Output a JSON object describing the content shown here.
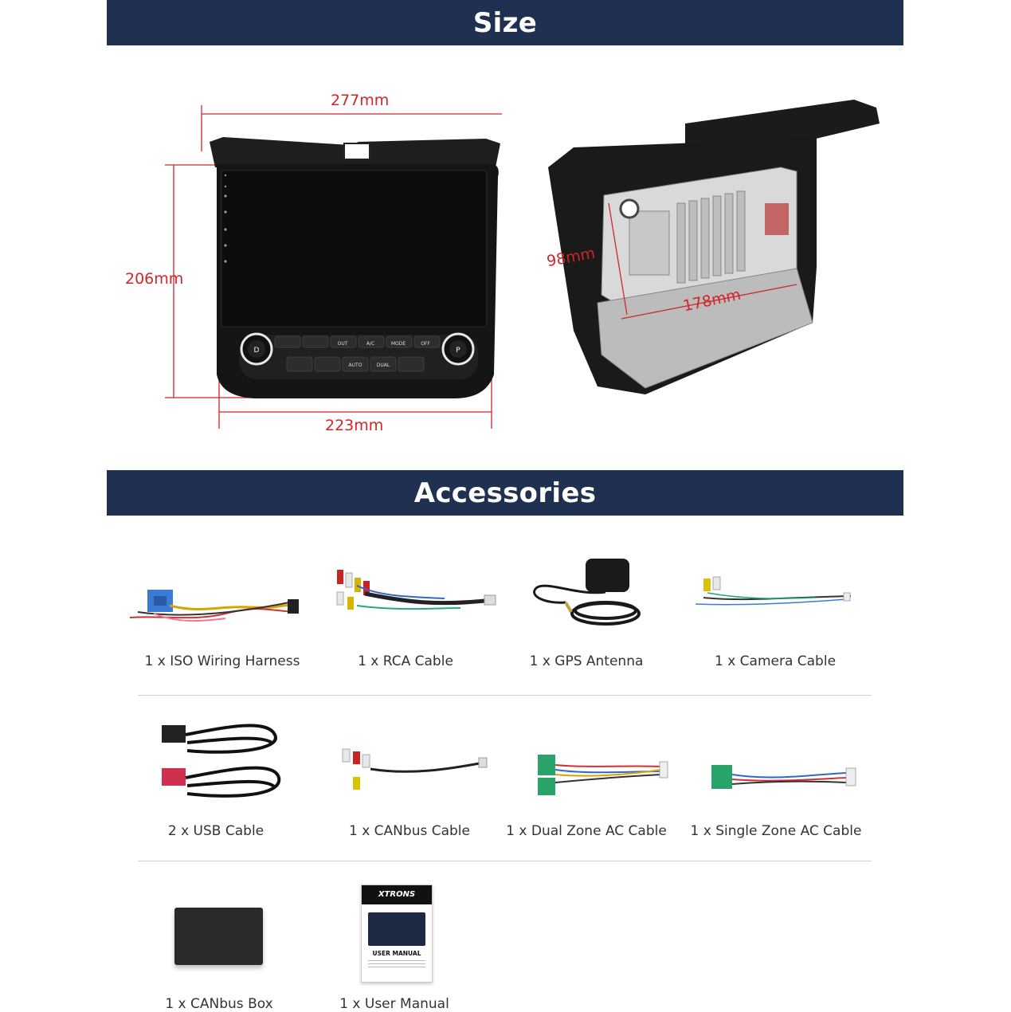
{
  "sections": {
    "size_title": "Size",
    "accessories_title": "Accessories"
  },
  "dimensions": {
    "width_top": "277mm",
    "height_left": "206mm",
    "width_bottom": "223mm",
    "depth_height": "98mm",
    "depth_width": "178mm"
  },
  "unit_panel": {
    "buttons_row1": [
      "OUT",
      "A/C",
      "MODE",
      "OFF"
    ],
    "buttons_row2": [
      "AUTO",
      "DUAL"
    ],
    "left_knob": "D",
    "right_knob": "P"
  },
  "accessories": [
    {
      "label": "1 x ISO Wiring Harness",
      "icon": "iso-harness-icon"
    },
    {
      "label": "1 x RCA Cable",
      "icon": "rca-cable-icon"
    },
    {
      "label": "1 x GPS Antenna",
      "icon": "gps-antenna-icon"
    },
    {
      "label": "1 x Camera Cable",
      "icon": "camera-cable-icon"
    },
    {
      "label": "2 x USB Cable",
      "icon": "usb-cable-icon"
    },
    {
      "label": "1 x CANbus Cable",
      "icon": "canbus-cable-icon"
    },
    {
      "label": "1 x Dual Zone AC Cable",
      "icon": "dual-zone-cable-icon"
    },
    {
      "label": "1 x Single Zone AC Cable",
      "icon": "single-zone-cable-icon"
    },
    {
      "label": "1 x CANbus Box",
      "icon": "canbus-box-icon"
    },
    {
      "label": "1 x User Manual",
      "icon": "user-manual-icon"
    }
  ],
  "manual": {
    "brand": "XTRONS",
    "title": "USER MANUAL"
  },
  "colors": {
    "banner": "#1f3050",
    "dimension": "#d0262a"
  }
}
